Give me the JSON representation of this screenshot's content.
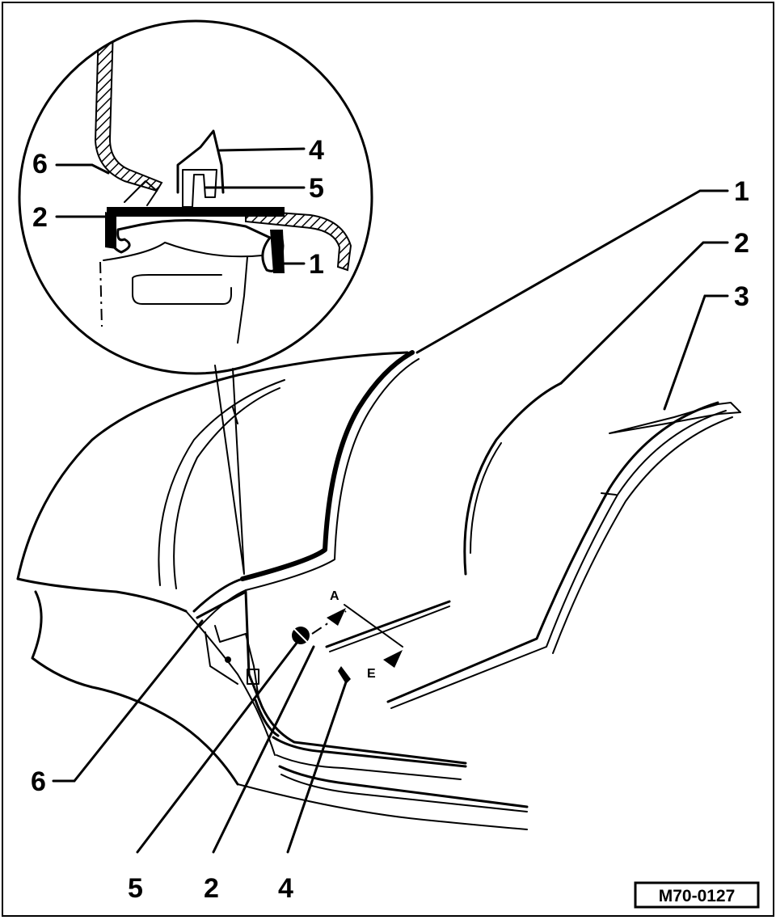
{
  "diagram": {
    "figure_code": "M70-0127",
    "detail_callouts": {
      "c6": "6",
      "c4": "4",
      "c5": "5",
      "c2": "2",
      "c1": "1"
    },
    "main_callouts": {
      "c1": "1",
      "c2": "2",
      "c3": "3",
      "c6": "6",
      "c5": "5",
      "c2b": "2",
      "c4": "4"
    },
    "direction_labels": {
      "a": "A",
      "e": "E"
    }
  }
}
